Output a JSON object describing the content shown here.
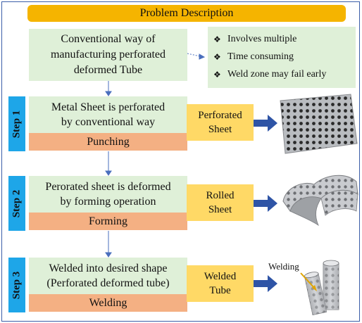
{
  "title": "Problem Description",
  "intro": {
    "line1": "Conventional way of",
    "line2": "manufacturing perforated",
    "line3": "deformed Tube"
  },
  "problems": [
    "Involves multiple",
    "Time consuming",
    "Weld zone may fail early"
  ],
  "steps": [
    {
      "tab": "Step 1",
      "desc1": "Metal Sheet is perforated",
      "desc2": "by conventional way",
      "process": "Punching",
      "prod1": "Perforated",
      "prod2": "Sheet",
      "image": "perforated-sheet-image"
    },
    {
      "tab": "Step 2",
      "desc1": "Perorated sheet is deformed",
      "desc2": "by forming operation",
      "process": "Forming",
      "prod1": "Rolled",
      "prod2": "Sheet",
      "image": "rolled-sheet-image"
    },
    {
      "tab": "Step 3",
      "desc1": "Welded into desired shape",
      "desc2": "(Perforated deformed tube)",
      "process": "Welding",
      "prod1": "Welded",
      "prod2": "Tube",
      "image": "welded-tube-image"
    }
  ],
  "welding_callout": "Welding",
  "colors": {
    "title_bg": "#f5b400",
    "green_box": "#dff0d8",
    "step_tab": "#1ea6e8",
    "process_bg": "#f4b083",
    "product_bg": "#ffd966",
    "arrow": "#2e54a6"
  }
}
